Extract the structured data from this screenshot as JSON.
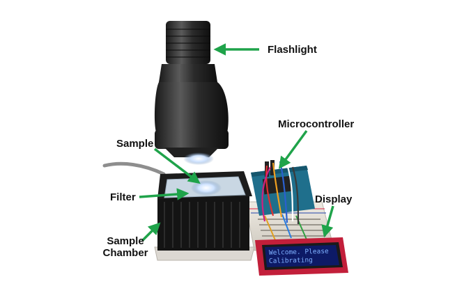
{
  "labels": {
    "flashlight": "Flashlight",
    "microcontroller": "Microcontroller",
    "sample": "Sample",
    "filter": "Filter",
    "display": "Display",
    "sample_chamber_line1": "Sample",
    "sample_chamber_line2": "Chamber"
  },
  "lcd": {
    "line1": "Welcome. Please",
    "line2": "Calibrating"
  },
  "colors": {
    "arrow": "#1fa34a",
    "background": "#ffffff"
  }
}
